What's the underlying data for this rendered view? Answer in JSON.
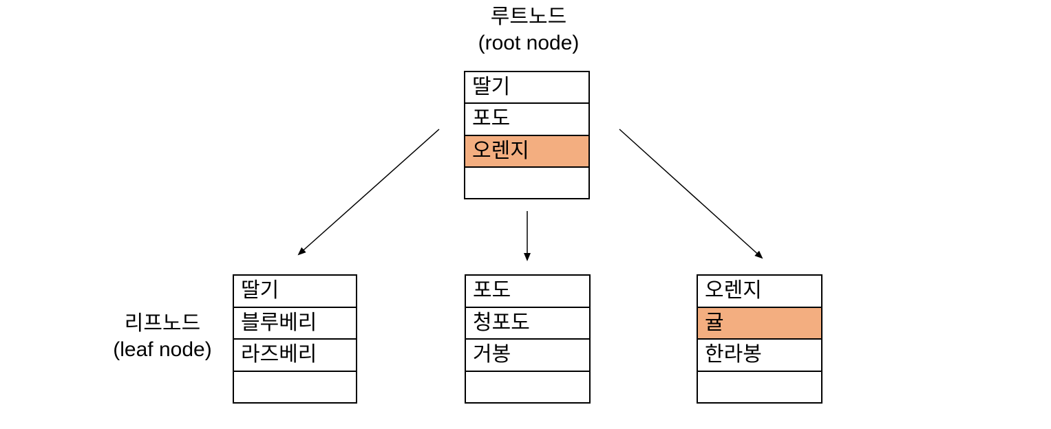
{
  "labels": {
    "root_title_ko": "루트노드",
    "root_title_en": "(root node)",
    "leaf_title_ko": "리프노드",
    "leaf_title_en": "(leaf node)"
  },
  "colors": {
    "highlight": "#F3AE80",
    "border": "#000000",
    "arrow": "#000000",
    "background": "#FFFFFF"
  },
  "nodes": {
    "root": {
      "cells": [
        {
          "text": "딸기",
          "highlight": false
        },
        {
          "text": "포도",
          "highlight": false
        },
        {
          "text": "오렌지",
          "highlight": true
        },
        {
          "text": "",
          "highlight": false
        }
      ]
    },
    "leaf1": {
      "cells": [
        {
          "text": "딸기",
          "highlight": false
        },
        {
          "text": "블루베리",
          "highlight": false
        },
        {
          "text": "라즈베리",
          "highlight": false
        },
        {
          "text": "",
          "highlight": false
        }
      ]
    },
    "leaf2": {
      "cells": [
        {
          "text": "포도",
          "highlight": false
        },
        {
          "text": "청포도",
          "highlight": false
        },
        {
          "text": "거봉",
          "highlight": false
        },
        {
          "text": "",
          "highlight": false
        }
      ]
    },
    "leaf3": {
      "cells": [
        {
          "text": "오렌지",
          "highlight": false
        },
        {
          "text": "귤",
          "highlight": true
        },
        {
          "text": "한라봉",
          "highlight": false
        },
        {
          "text": "",
          "highlight": false
        }
      ]
    }
  }
}
